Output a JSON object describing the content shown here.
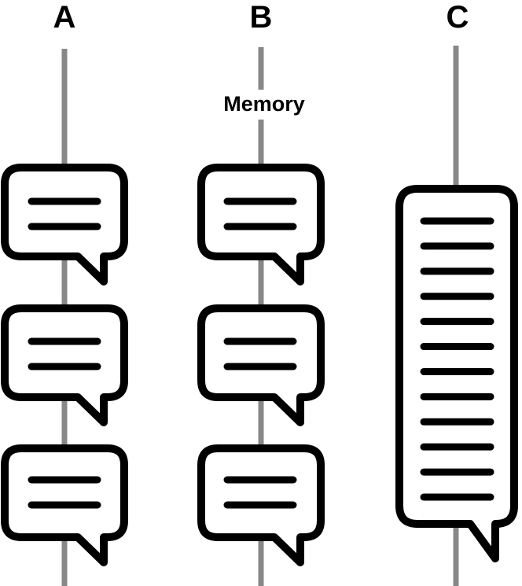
{
  "columns": [
    {
      "id": "A",
      "label": "A",
      "note": "",
      "bubbles": 3,
      "lines_per_bubble": 2
    },
    {
      "id": "B",
      "label": "B",
      "note": "Memory",
      "bubbles": 3,
      "lines_per_bubble": 2
    },
    {
      "id": "C",
      "label": "C",
      "note": "",
      "bubbles": 1,
      "lines_per_bubble": 12
    }
  ],
  "colors": {
    "stroke": "#000000",
    "fill": "#ffffff",
    "axis": "#888888"
  }
}
